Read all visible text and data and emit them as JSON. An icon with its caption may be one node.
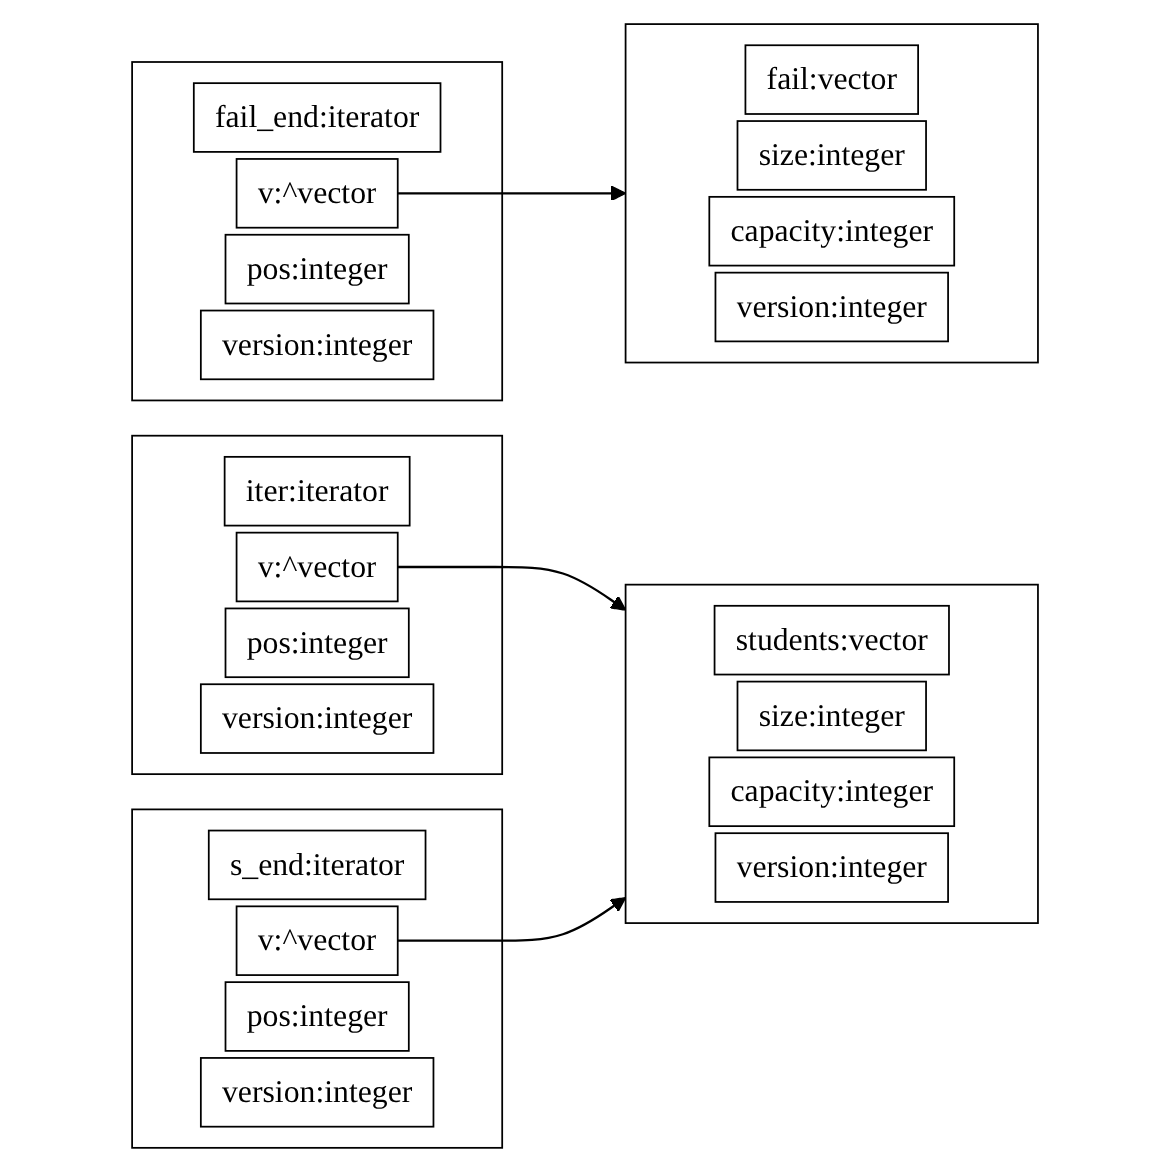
{
  "diagram": {
    "nodes": [
      {
        "text": [],
        "shape": "box"
      },
      {
        "text": [
          "fail_end:iterator"
        ],
        "in": 0
      },
      {
        "text": [
          "v:^vector"
        ],
        "in": 0
      },
      {
        "text": [
          "pos:integer"
        ],
        "in": 0
      },
      {
        "text": [
          "version:integer"
        ],
        "in": 0
      },
      {
        "text": [],
        "shape": "box"
      },
      {
        "text": [
          "fail:vector"
        ],
        "in": 5
      },
      {
        "text": [
          "size:integer"
        ],
        "in": 5
      },
      {
        "text": [
          "capacity:integer"
        ],
        "in": 5
      },
      {
        "text": [
          "version:integer"
        ],
        "in": 5
      },
      {
        "text": [],
        "shape": "box"
      },
      {
        "text": [
          "iter:iterator"
        ],
        "in": 10
      },
      {
        "text": [
          "v:^vector"
        ],
        "in": 10
      },
      {
        "text": [
          "pos:integer"
        ],
        "in": 10
      },
      {
        "text": [
          "version:integer"
        ],
        "in": 10
      },
      {
        "text": [],
        "shape": "box"
      },
      {
        "text": [
          "students:vector"
        ],
        "in": 15
      },
      {
        "text": [
          "size:integer"
        ],
        "in": 15
      },
      {
        "text": [
          "capacity:integer"
        ],
        "in": 15
      },
      {
        "text": [
          "version:integer"
        ],
        "in": 15
      },
      {
        "text": [],
        "shape": "box"
      },
      {
        "text": [
          "s_end:iterator"
        ],
        "in": 20
      },
      {
        "text": [
          "v:^vector"
        ],
        "in": 20
      },
      {
        "text": [
          "pos:integer"
        ],
        "in": 20
      },
      {
        "text": [
          "version:integer"
        ],
        "in": 20
      }
    ],
    "edges": [
      {
        "from": 2,
        "to": 5,
        "arrow": "to"
      },
      {
        "from": 12,
        "to": 15,
        "arrow": "to"
      },
      {
        "from": 22,
        "to": 15,
        "arrow": "to"
      }
    ]
  }
}
